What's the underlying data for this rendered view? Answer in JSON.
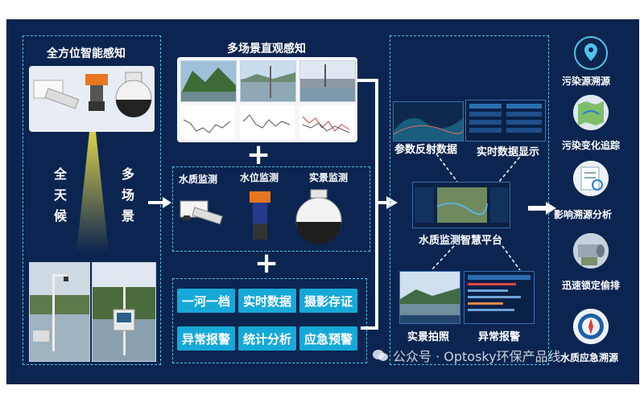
{
  "left": {
    "title": "全方位智能感知",
    "vertical_left": [
      "全",
      "天",
      "候"
    ],
    "vertical_right": [
      "多",
      "场",
      "景"
    ]
  },
  "scene": {
    "title": "多场景直观感知"
  },
  "monitors": {
    "water_quality": "水质监测",
    "water_level": "水位监测",
    "real_scene": "实景监测"
  },
  "features": [
    "一河一档",
    "实时数据",
    "摄影存证",
    "异常报警",
    "统计分析",
    "应急预警"
  ],
  "platform": {
    "param_reflect": "参数反射数据",
    "realtime_display": "实时数据显示",
    "center": "水质监测智慧平台",
    "photo": "实景拍照",
    "alarm": "异常报警"
  },
  "outcomes": [
    "污染源溯源",
    "污染变化追踪",
    "影响溯源分析",
    "迅速锁定偷排",
    "水质应急溯源"
  ],
  "watermark": "公众号 · Optosky环保产品线",
  "colors": {
    "background": "#0c2550",
    "accent": "#16a9d8",
    "dash": "#4fc3e8"
  }
}
